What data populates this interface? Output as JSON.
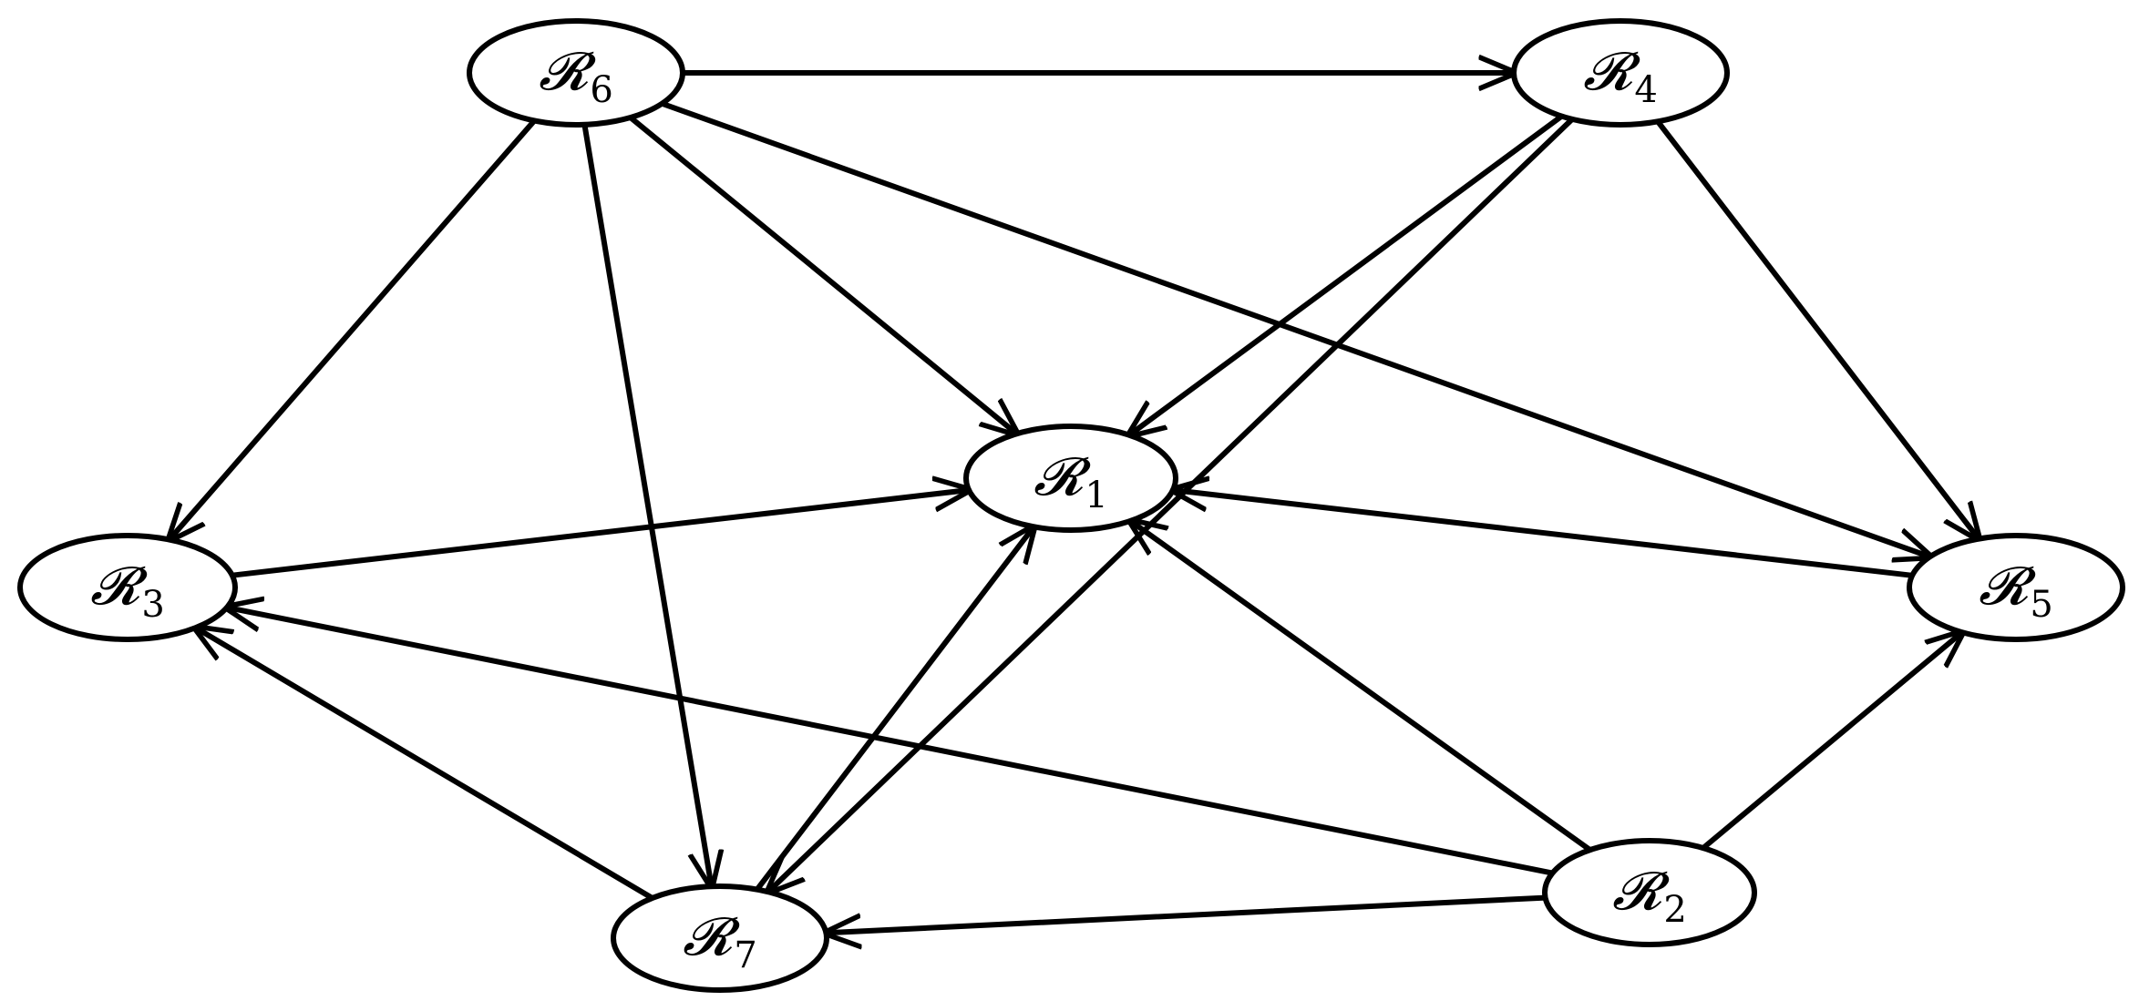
{
  "diagram": {
    "nodes": [
      {
        "id": "R1",
        "letter": "𝓡",
        "subscript": "1"
      },
      {
        "id": "R2",
        "letter": "𝓡",
        "subscript": "2"
      },
      {
        "id": "R3",
        "letter": "𝓡",
        "subscript": "3"
      },
      {
        "id": "R4",
        "letter": "𝓡",
        "subscript": "4"
      },
      {
        "id": "R5",
        "letter": "𝓡",
        "subscript": "5"
      },
      {
        "id": "R6",
        "letter": "𝓡",
        "subscript": "6"
      },
      {
        "id": "R7",
        "letter": "𝓡",
        "subscript": "7"
      }
    ],
    "edges": [
      {
        "from": "R6",
        "to": "R4"
      },
      {
        "from": "R6",
        "to": "R3"
      },
      {
        "from": "R6",
        "to": "R7"
      },
      {
        "from": "R6",
        "to": "R1"
      },
      {
        "from": "R6",
        "to": "R5"
      },
      {
        "from": "R4",
        "to": "R1"
      },
      {
        "from": "R4",
        "to": "R7"
      },
      {
        "from": "R4",
        "to": "R5"
      },
      {
        "from": "R3",
        "to": "R1"
      },
      {
        "from": "R7",
        "to": "R3"
      },
      {
        "from": "R7",
        "to": "R1"
      },
      {
        "from": "R5",
        "to": "R1"
      },
      {
        "from": "R2",
        "to": "R3"
      },
      {
        "from": "R2",
        "to": "R1"
      },
      {
        "from": "R2",
        "to": "R5"
      },
      {
        "from": "R2",
        "to": "R7"
      }
    ],
    "colors": {
      "stroke": "#000000",
      "fill": "#ffffff"
    }
  }
}
